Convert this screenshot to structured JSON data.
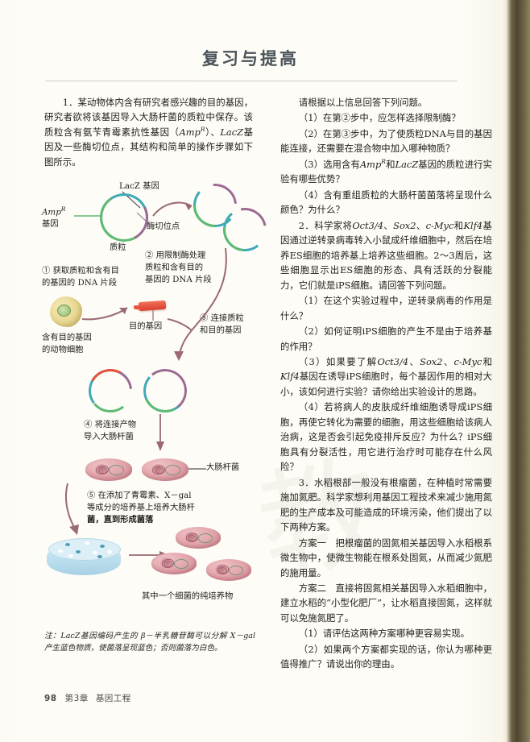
{
  "header": {
    "title": "复习与提高"
  },
  "left_column": {
    "q1_paragraph": "1．某动物体内含有研究者感兴趣的目的基因，研究者欲将该基因导入大肠杆菌的质粒中保存。该质粒含有氨苄青霉素抗性基因（Amp^R）、LacZ基因及一些酶切位点，其结构和简单的操作步骤如下图所示。",
    "q1_runs": [
      {
        "t": "1．某动物体内含有研究者感兴趣的目的基因，研究者欲将该基因导入大肠杆菌的质粒中保存。该质粒含有氨苄青霉素抗性基因（",
        "style": "normal"
      },
      {
        "t": "Amp",
        "style": "italic"
      },
      {
        "t": "R",
        "style": "sup"
      },
      {
        "t": "）、",
        "style": "normal"
      },
      {
        "t": "LacZ",
        "style": "italic"
      },
      {
        "t": "基因及一些酶切位点，其结构和简单的操作步骤如下图所示。",
        "style": "normal"
      }
    ]
  },
  "figure": {
    "labels": {
      "lacz_gene": "LacZ 基因",
      "amp_gene_line1": "Amp",
      "amp_gene_sup": "R",
      "amp_gene_line2": "基因",
      "restriction_site": "酶切位点",
      "plasmid": "质粒",
      "step1": "① 获取质粒和含有目\n的基因的 DNA 片段",
      "step1_l1": "① 获取质粒和含有目",
      "step1_l2": "的基因的 DNA 片段",
      "step2_l1": "② 用限制酶处理",
      "step2_l2": "质粒和含有目的",
      "step2_l3": "基因的 DNA 片段",
      "animal_cell_l1": "含有目的基因",
      "animal_cell_l2": "的动物细胞",
      "target_gene": "目的基因",
      "step3_l1": "③ 连接质粒",
      "step3_l2": "和目的基因",
      "step4_l1": "④ 将连接产物",
      "step4_l2": "导入大肠杆菌",
      "ecoli": "大肠杆菌",
      "step5_l1": "⑤ 在添加了青霉素、X－gal",
      "step5_l2": "等成分的培养基上培养大肠杆",
      "step5_l3": "菌，直到形成菌落",
      "pure_culture": "其中一个细菌的纯培养物"
    },
    "colors": {
      "teal": "#3fa9b6",
      "green": "#5fba72",
      "purple": "#9d6a92",
      "red_gene": "#e8533c",
      "arrow_brown": "#9a6a72",
      "bacteria_pink": "#e2a2a9",
      "dish_blue": "#bcdfee",
      "cell_yellow": "#e9d88f"
    }
  },
  "note": {
    "runs": [
      {
        "t": "注：",
        "style": "normal"
      },
      {
        "t": "LacZ",
        "style": "italic"
      },
      {
        "t": "基因编码产生的 β－半乳糖苷酶可以分解 X－gal 产生蓝色物质，使菌落呈现蓝色；否则菌落为白色。",
        "style": "normal"
      }
    ],
    "text": "注：LacZ基因编码产生的 β－半乳糖苷酶可以分解 X－gal 产生蓝色物质，使菌落呈现蓝色；否则菌落为白色。"
  },
  "right_column": {
    "paragraphs": [
      {
        "id": "intro",
        "runs": [
          {
            "t": "请根据以上信息回答下列问题。",
            "style": "normal"
          }
        ]
      },
      {
        "id": "q1-1",
        "runs": [
          {
            "t": "（1）在第②步中，应怎样选择限制酶？",
            "style": "normal"
          }
        ]
      },
      {
        "id": "q1-2",
        "runs": [
          {
            "t": "（2）在第③步中，为了使质粒DNA与目的基因能连接，还需要在混合物中加入哪种物质？",
            "style": "normal"
          }
        ]
      },
      {
        "id": "q1-3",
        "runs": [
          {
            "t": "（3）选用含有",
            "style": "normal"
          },
          {
            "t": "Amp",
            "style": "italic"
          },
          {
            "t": "R",
            "style": "sup"
          },
          {
            "t": "和",
            "style": "normal"
          },
          {
            "t": "LacZ",
            "style": "italic"
          },
          {
            "t": "基因的质粒进行实验有哪些优势？",
            "style": "normal"
          }
        ]
      },
      {
        "id": "q1-4",
        "runs": [
          {
            "t": "（4）含有重组质粒的大肠杆菌菌落将呈现什么颜色？为什么？",
            "style": "normal"
          }
        ]
      },
      {
        "id": "q2",
        "runs": [
          {
            "t": "2．科学家将",
            "style": "normal"
          },
          {
            "t": "Oct3/4",
            "style": "italic"
          },
          {
            "t": "、",
            "style": "normal"
          },
          {
            "t": "Sox2",
            "style": "italic"
          },
          {
            "t": "、",
            "style": "normal"
          },
          {
            "t": "c-Myc",
            "style": "italic"
          },
          {
            "t": "和",
            "style": "normal"
          },
          {
            "t": "Klf4",
            "style": "italic"
          },
          {
            "t": "基因通过逆转录病毒转入小鼠成纤维细胞中，然后在培养ES细胞的培养基上培养这些细胞。2～3周后，这些细胞显示出ES细胞的形态、具有活跃的分裂能力，它们就是iPS细胞。请回答下列问题。",
            "style": "normal"
          }
        ]
      },
      {
        "id": "q2-1",
        "runs": [
          {
            "t": "（1）在这个实验过程中，逆转录病毒的作用是什么？",
            "style": "normal"
          }
        ]
      },
      {
        "id": "q2-2",
        "runs": [
          {
            "t": "（2）如何证明iPS细胞的产生不是由于培养基的作用？",
            "style": "normal"
          }
        ]
      },
      {
        "id": "q2-3",
        "runs": [
          {
            "t": "（3）如果要了解",
            "style": "normal"
          },
          {
            "t": "Oct3/4",
            "style": "italic"
          },
          {
            "t": "、",
            "style": "normal"
          },
          {
            "t": "Sox2",
            "style": "italic"
          },
          {
            "t": "、",
            "style": "normal"
          },
          {
            "t": "c-Myc",
            "style": "italic"
          },
          {
            "t": "和",
            "style": "normal"
          },
          {
            "t": "Klf4",
            "style": "italic"
          },
          {
            "t": "基因在诱导iPS细胞时，每个基因作用的相对大小，该如何进行实验？请你给出实验设计的思路。",
            "style": "normal"
          }
        ]
      },
      {
        "id": "q2-4",
        "runs": [
          {
            "t": "（4）若将病人的皮肤成纤维细胞诱导成iPS细胞，再使它转化为需要的细胞，用这些细胞给该病人治病，这是否会引起免疫排斥反应？为什么？iPS细胞具有分裂活性，用它进行治疗时可能存在什么风险？",
            "style": "normal"
          }
        ]
      },
      {
        "id": "q3",
        "runs": [
          {
            "t": "3．水稻根部一般没有根瘤菌，在种植时常需要施加氮肥。科学家想利用基因工程技术来减少施用氮肥的生产成本及可能造成的环境污染，他们提出了以下两种方案。",
            "style": "normal"
          }
        ]
      },
      {
        "id": "plan1",
        "runs": [
          {
            "t": "方案一　把根瘤菌的固氮相关基因导入水稻根系微生物中，使微生物能在根系处固氮，从而减少氮肥的施用量。",
            "style": "normal"
          }
        ]
      },
      {
        "id": "plan2",
        "runs": [
          {
            "t": "方案二　直接将固氮相关基因导入水稻细胞中，建立水稻的“小型化肥厂”，让水稻直接固氮，这样就可以免施氮肥了。",
            "style": "normal"
          }
        ]
      },
      {
        "id": "q3-1",
        "runs": [
          {
            "t": "（1）请评估这两种方案哪种更容易实现。",
            "style": "normal"
          }
        ]
      },
      {
        "id": "q3-2",
        "runs": [
          {
            "t": "（2）如果两个方案都实现的话，你认为哪种更值得推广？请说出你的理由。",
            "style": "normal"
          }
        ]
      }
    ]
  },
  "footer": {
    "page_number": "98",
    "chapter": "第3章",
    "chapter_title": "基因工程"
  }
}
